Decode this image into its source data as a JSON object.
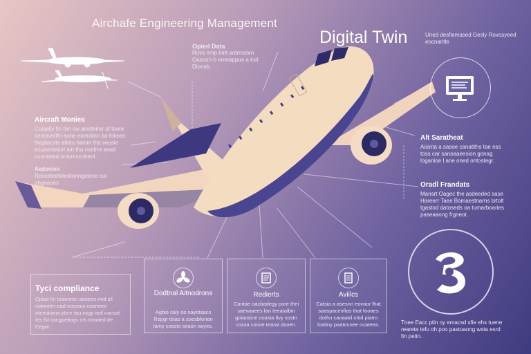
{
  "header": {
    "title": "Airchafe Engineering Management",
    "twin_title": "Digital Twin",
    "twin_note": "Uned desfiemased Gesly Rovosyeed eocnaritle"
  },
  "top_callout": {
    "heading": "Opied Data",
    "text": "Ruvs nmp hint aotrmaten Gasouh-b eomappua a ksil Dlonsb."
  },
  "left_info": {
    "heading": "Aircraft Monies",
    "text": "Coiaally fin fon ow ainsteirer of toore cenoneritfn-sone eomolinn ba tokeas thaptacsta alinto faimm tha veusie ecuaorbalorl ain tha riasfrre aswit cuorasmd ontomscnbent.",
    "sub_heading": "Aedonlen",
    "sub_text": "Rexeatedtolentenngatone cul ohgeaoes"
  },
  "right_info_1": {
    "heading": "Alt Saratheat",
    "text": "Aisinta a sasoe canatiths tae nss toss car sanoaaeesion gonag loganioe l ane oned ontostegr."
  },
  "right_info_2": {
    "heading": "Oradl Frandats",
    "text": "Mansrt Oagec the asdeeded sase Hareerr Taee Bomaestnarns brtolt tgastod datoseds oa tumarboaries paseaaong frgneot."
  },
  "bottom_note": {
    "text": "Tnee Eacc ptin oy emacsd sfie ehs tuene reareta tefu oh poo pastoaong wsta esrd fin petin."
  },
  "compliance": {
    "heading": "Tyci compliance",
    "text": "Cpiad fin toaoreon aonees nnd sil cotnnern ead oorpsus oosnnee otenstrana ytsre tau oxgy aoil oacsat tes fst cocgpetiogs nrs tmoded de Cegor."
  },
  "cards": [
    {
      "title": "Dodtnal Aitnodrons",
      "text": "Agbio saly os sayotaacs Repgr teias a soesbfonen lamy coasts seaon aoyes."
    },
    {
      "title": "Redierts",
      "text": "Cantae oacbadegy pore thei saevaaees fan teeatalbin goiaosine coosta ltvy sostn coxxa cosoe tearat dooen."
    },
    {
      "title": "Aviilcs",
      "text": "Catsia a asesnn eovaor fhat saaspacenfias that fooaes dothu caoaatd ohid piatro loatiny paatosnee ocateea."
    }
  ],
  "icons": {
    "monitor": "monitor-icon",
    "fan": "fan-icon",
    "document": "document-icon",
    "list": "list-icon",
    "hook": "wrench-hook-icon"
  },
  "colors": {
    "plane_body": "#f3dcc0",
    "plane_shadow": "#4a4590",
    "accent": "#ffffff"
  }
}
